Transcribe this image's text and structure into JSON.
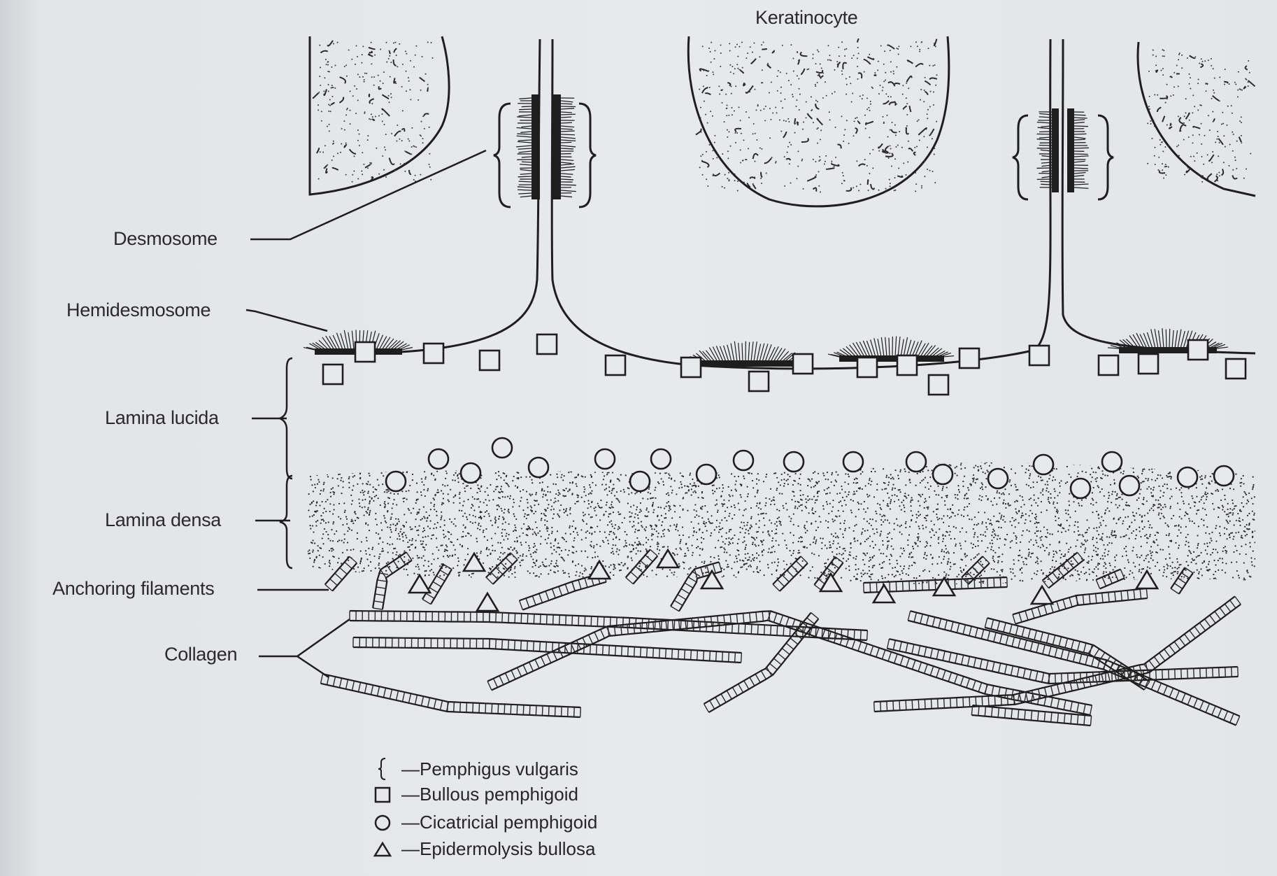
{
  "labels": {
    "keratinocyte": "Keratinocyte",
    "desmosome": "Desmosome",
    "hemidesmosome": "Hemidesmosome",
    "lamina_lucida": "Lamina lucida",
    "lamina_densa": "Lamina densa",
    "anchoring_filaments": "Anchoring filaments",
    "collagen": "Collagen"
  },
  "legend": [
    {
      "symbol": "brace-icon",
      "text": "—Pemphigus vulgaris"
    },
    {
      "symbol": "square-icon",
      "text": "—Bullous pemphigoid"
    },
    {
      "symbol": "circle-icon",
      "text": "—Cicatricial pemphigoid"
    },
    {
      "symbol": "triangle-icon",
      "text": "—Epidermolysis bullosa"
    }
  ],
  "colors": {
    "ink": "#1e1e1e",
    "paper": "#e7e9ed"
  }
}
